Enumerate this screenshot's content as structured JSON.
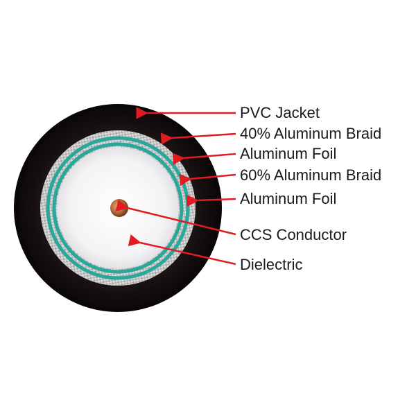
{
  "labels": {
    "pvc_jacket": "PVC Jacket",
    "braid_40": "40% Aluminum Braid",
    "foil_outer": "Aluminum Foil",
    "braid_60": "60% Aluminum Braid",
    "foil_inner": "Aluminum Foil",
    "conductor": "CCS Conductor",
    "dielectric": "Dielectric"
  },
  "colors": {
    "jacket": "#120b0b",
    "braid": "#d9d9d9",
    "foil": "#2aa79b",
    "dielectric": "#f2f2f4",
    "conductor": "#b8703c",
    "arrow": "#e01b22"
  }
}
